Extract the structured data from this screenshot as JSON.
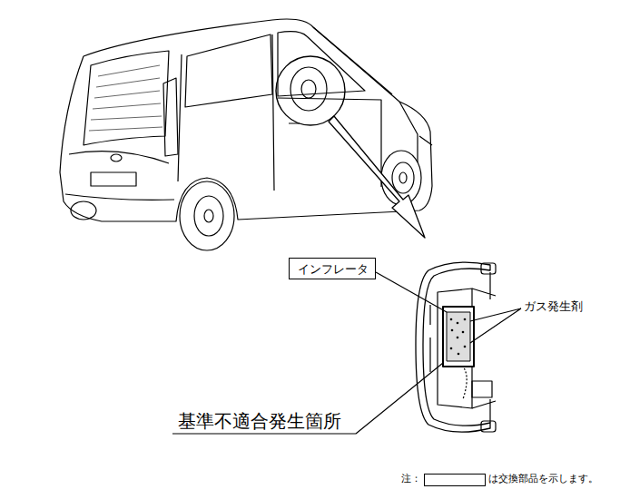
{
  "diagram": {
    "nodes": [
      {
        "text": [
          "インフレータ"
        ]
      }
    ],
    "labels": [
      "ガス発生剤",
      "基準不適合発生箇所",
      "注："
    ],
    "legend": [
      {
        "text": "は交換部品を示します。"
      }
    ]
  }
}
